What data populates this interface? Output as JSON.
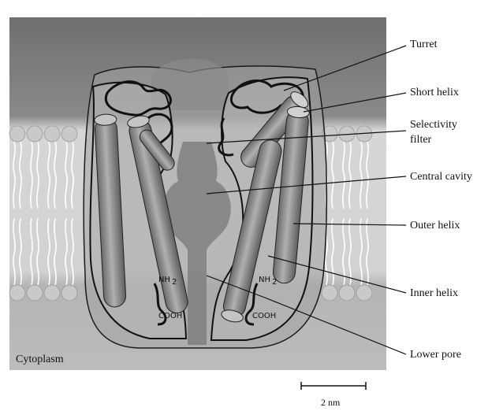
{
  "labels": {
    "turret": "Turret",
    "short_helix": "Short helix",
    "selectivity_filter_line1": "Selectivity",
    "selectivity_filter_line2": "filter",
    "central_cavity": "Central cavity",
    "outer_helix": "Outer helix",
    "inner_helix": "Inner helix",
    "lower_pore": "Lower pore",
    "cytoplasm": "Cytoplasm"
  },
  "terminals": {
    "nh2_left": "NH",
    "nh2_right": "NH",
    "cooh_left": "COOH",
    "cooh_right": "COOH"
  },
  "scale_bar": {
    "label": "2 nm"
  },
  "colors": {
    "extracellular": "#7a7a7a",
    "cytoplasm": "#b8b8b8",
    "membrane": "#d4d4d4",
    "lipid_head": "#c6c6c6",
    "protein": "#9a9a9a",
    "helix": "#8e8e8e"
  }
}
